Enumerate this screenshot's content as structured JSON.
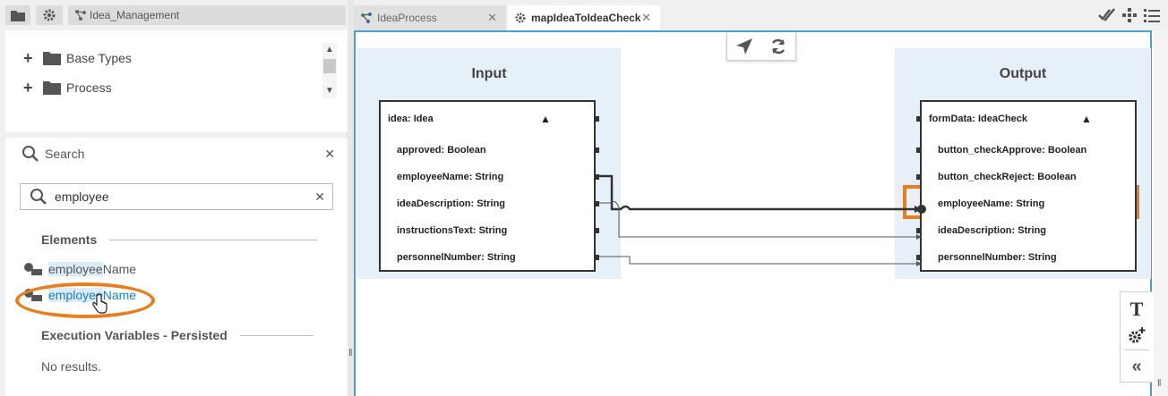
{
  "left_toolbar": {
    "project_label": "Idea_Management"
  },
  "tree": {
    "items": [
      {
        "label": "Base Types"
      },
      {
        "label": "Process"
      }
    ]
  },
  "search": {
    "title": "Search",
    "query": "employee",
    "sections": [
      {
        "title": "Elements",
        "results": [
          {
            "match": "employee",
            "rest": "Name"
          },
          {
            "match": "employee",
            "rest": "Name"
          }
        ]
      },
      {
        "title": "Execution Variables - Persisted",
        "empty_text": "No results."
      }
    ]
  },
  "tabs": [
    {
      "label": "IdeaProcess",
      "active": false
    },
    {
      "label": "mapIdeaToIdeaCheck",
      "active": true
    }
  ],
  "mapping": {
    "input": {
      "title": "Input",
      "header": "idea: Idea",
      "fields": [
        "approved: Boolean",
        "employeeName: String",
        "ideaDescription: String",
        "instructionsText: String",
        "personnelNumber: String"
      ]
    },
    "output": {
      "title": "Output",
      "header": "formData: IdeaCheck",
      "fields": [
        "button_checkApprove: Boolean",
        "button_checkReject: Boolean",
        "employeeName: String",
        "ideaDescription: String",
        "personnelNumber: String"
      ]
    },
    "highlight_color": "#e87e1f",
    "accent_color": "#4a9fd4"
  },
  "side_tools": {
    "text_tool": "T"
  }
}
